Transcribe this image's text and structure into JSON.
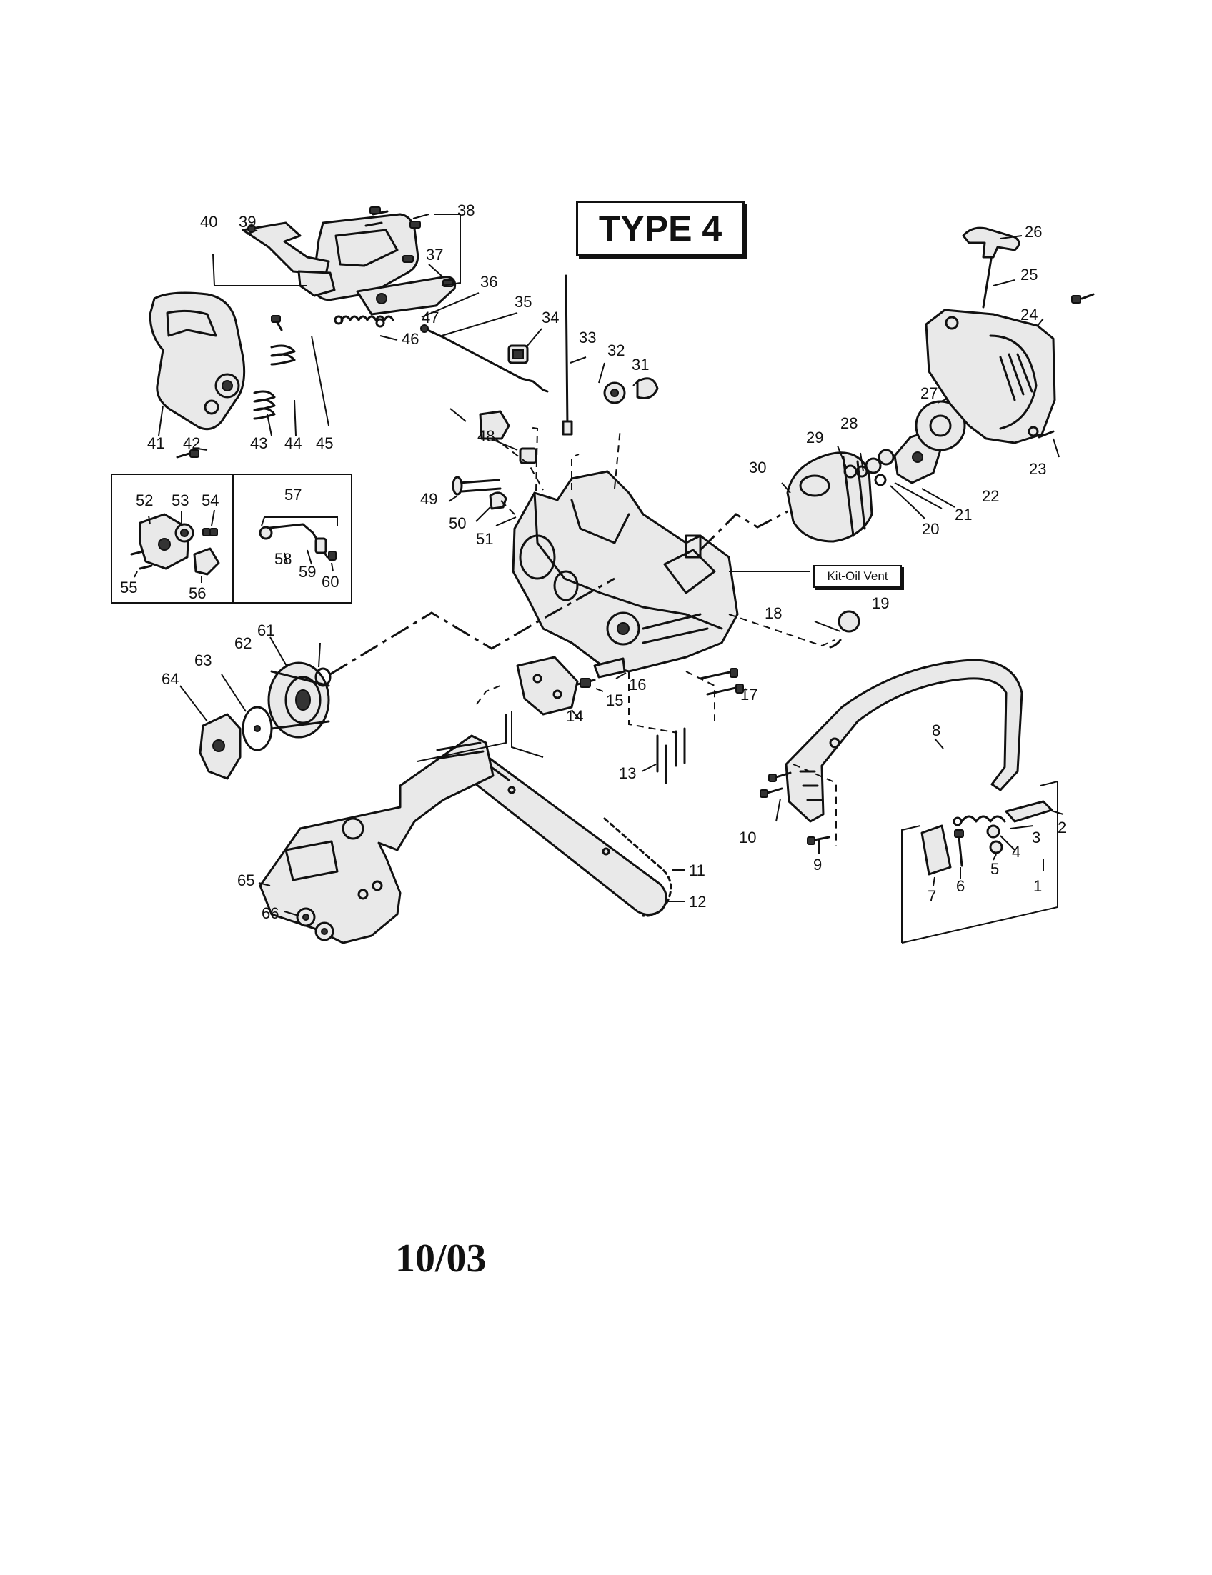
{
  "header": {
    "type_label": "TYPE 4"
  },
  "kit_label": "Kit-Oil Vent",
  "footer": {
    "date": "10/03"
  },
  "callouts": [
    "1",
    "2",
    "3",
    "4",
    "5",
    "6",
    "7",
    "8",
    "9",
    "10",
    "11",
    "12",
    "13",
    "14",
    "15",
    "16",
    "17",
    "18",
    "19",
    "20",
    "21",
    "22",
    "23",
    "24",
    "25",
    "26",
    "27",
    "28",
    "29",
    "30",
    "31",
    "32",
    "33",
    "34",
    "35",
    "36",
    "37",
    "38",
    "39",
    "40",
    "41",
    "42",
    "43",
    "44",
    "45",
    "46",
    "47",
    "48",
    "49",
    "50",
    "51",
    "52",
    "53",
    "54",
    "55",
    "56",
    "57",
    "58",
    "59",
    "60",
    "61",
    "62",
    "63",
    "64",
    "65",
    "66"
  ]
}
